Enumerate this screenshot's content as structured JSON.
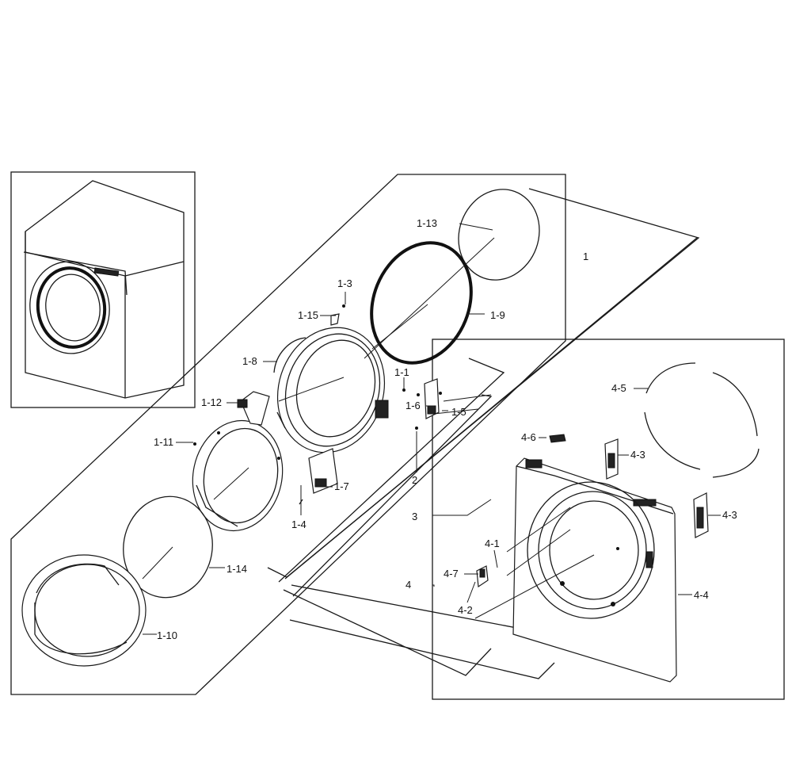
{
  "labels": {
    "l1": "1",
    "l1_1": "1-1",
    "l1_3": "1-3",
    "l1_4": "1-4",
    "l1_5": "1-5",
    "l1_6": "1-6",
    "l1_7": "1-7",
    "l1_8": "1-8",
    "l1_9": "1-9",
    "l1_10": "1-10",
    "l1_11": "1-11",
    "l1_12": "1-12",
    "l1_13": "1-13",
    "l1_14": "1-14",
    "l1_15": "1-15",
    "l2": "2",
    "l3": "3",
    "l4": "4",
    "l4_1": "4-1",
    "l4_2": "4-2",
    "l4_3a": "4-3",
    "l4_3b": "4-3",
    "l4_4": "4-4",
    "l4_5": "4-5",
    "l4_6": "4-6",
    "l4_7": "4-7"
  }
}
